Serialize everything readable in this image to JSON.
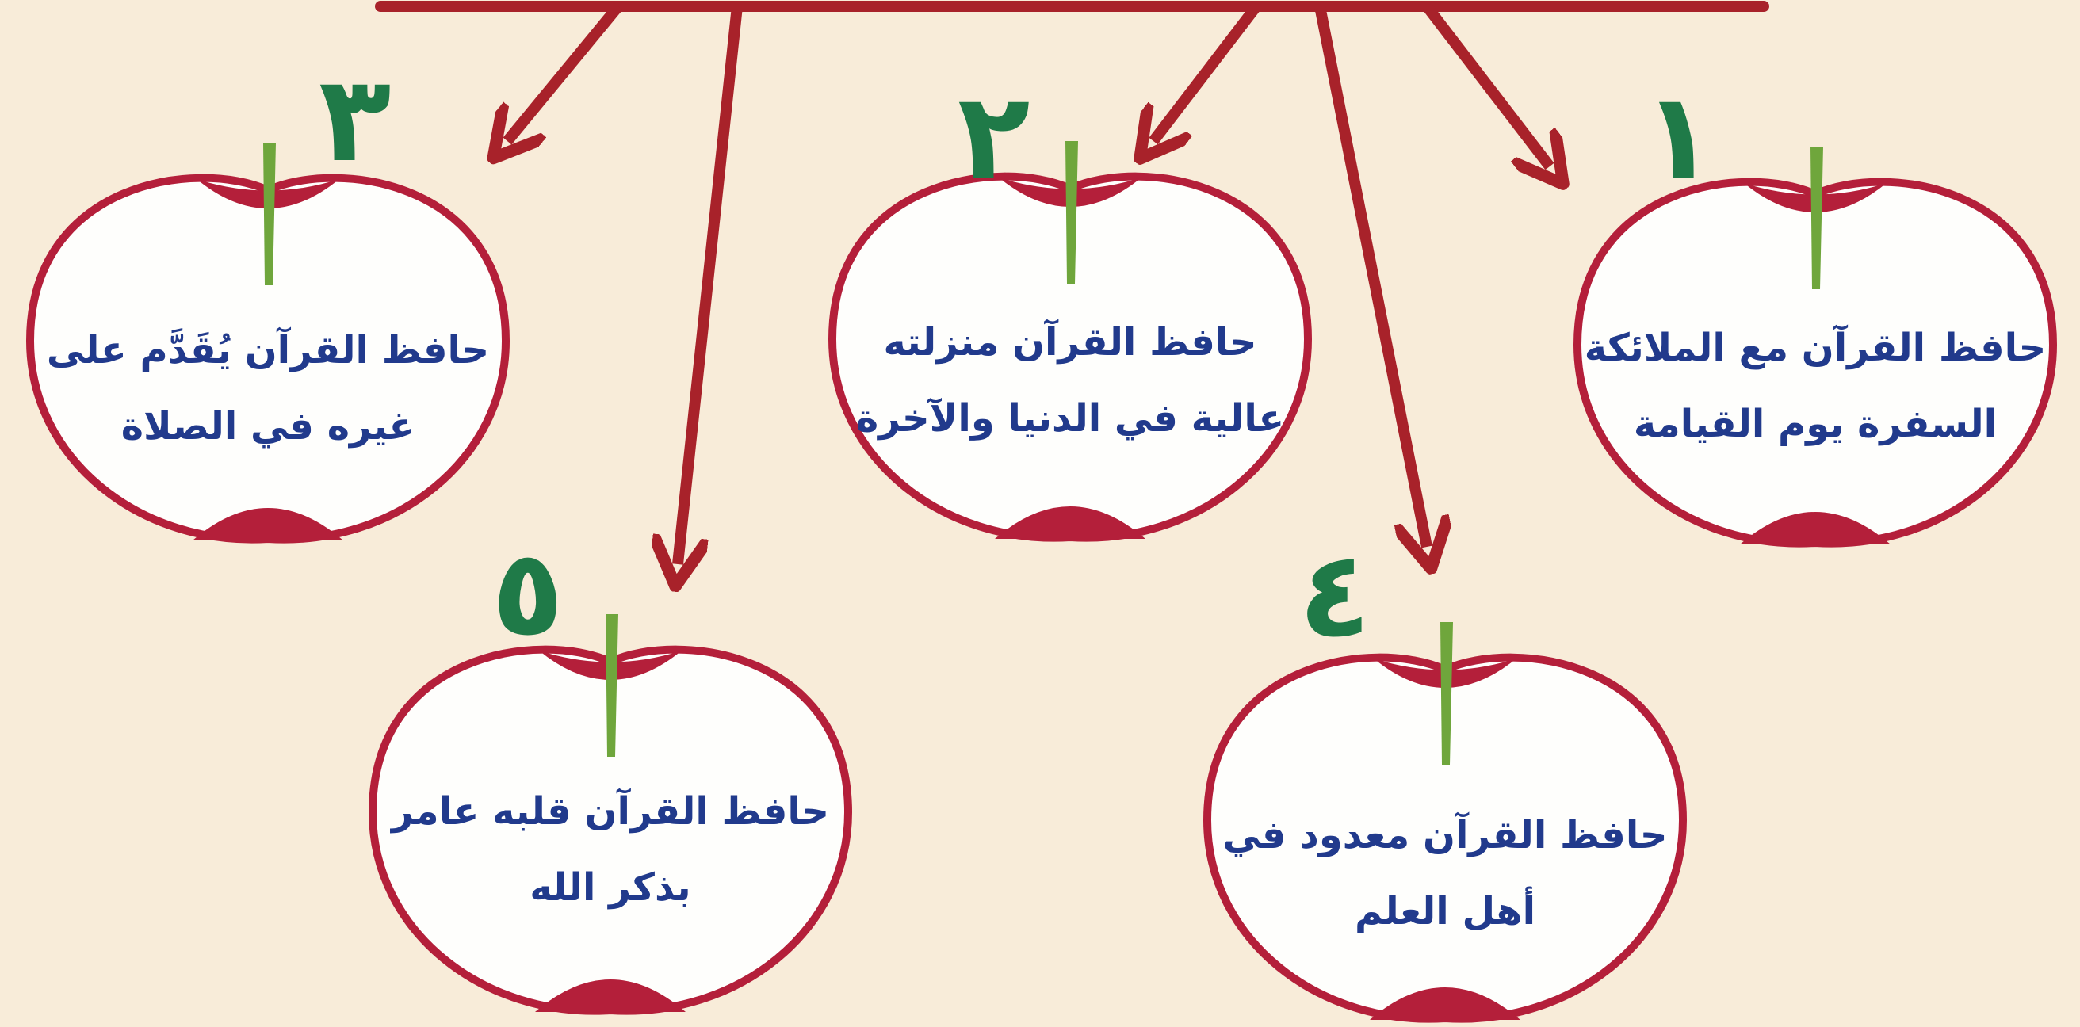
{
  "colors": {
    "background": "#f8ecd9",
    "arrow": "#a8222a",
    "apple_rim": "#b41f3a",
    "apple_flesh": "#fefefc",
    "stem": "#6fa63c",
    "text": "#213a8c",
    "numeral": "#1f7a48"
  },
  "items": [
    {
      "number": "١",
      "line1": "حافظ القرآن مع الملائكة",
      "line2": "السفرة يوم القيامة"
    },
    {
      "number": "٢",
      "line1": "حافظ القرآن منزلته",
      "line2": "عالية في الدنيا والآخرة"
    },
    {
      "number": "٣",
      "line1": "حافظ القرآن يُقَدَّم على",
      "line2": "غيره في الصلاة"
    },
    {
      "number": "٤",
      "line1": "حافظ القرآن معدود في",
      "line2": "أهل العلم"
    },
    {
      "number": "٥",
      "line1": "حافظ القرآن قلبه عامر",
      "line2": "بذكر الله"
    }
  ]
}
